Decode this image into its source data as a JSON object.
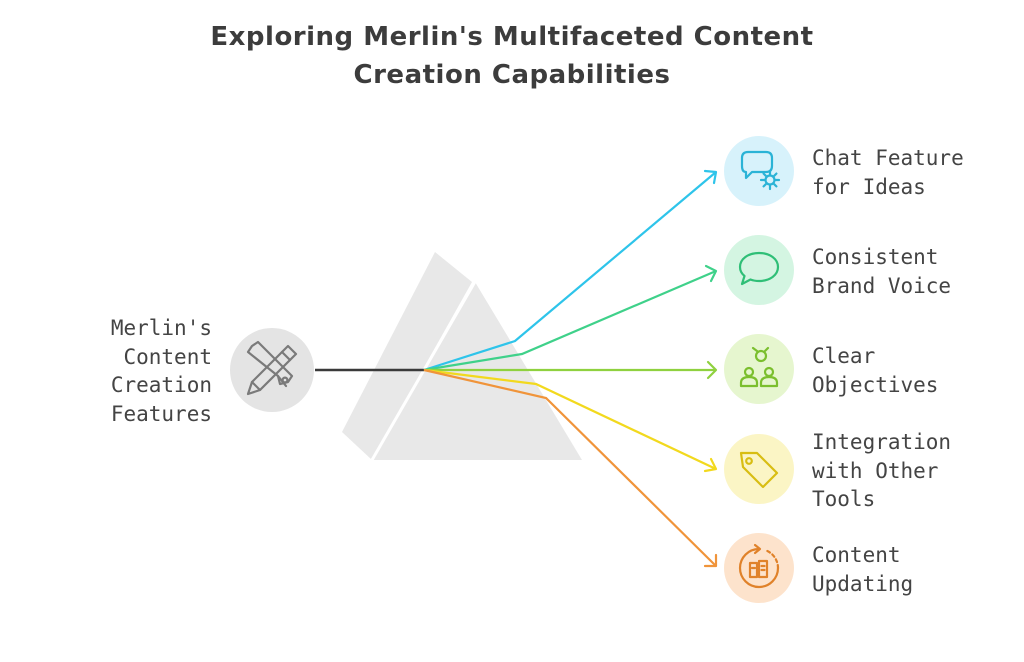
{
  "title": {
    "line1": "Exploring Merlin's Multifaceted Content",
    "line2": "Creation Capabilities"
  },
  "source": {
    "label_lines": [
      "Merlin's",
      "Content",
      "Creation",
      "Features"
    ],
    "icon": "pen-and-pencil-icon",
    "color": "#e4e4e4"
  },
  "prism": {
    "color": "#e8e8e8",
    "input_beam_color": "#3a3a3a"
  },
  "features": [
    {
      "label_lines": [
        "Chat Feature",
        "for Ideas"
      ],
      "icon": "chat-gear-icon",
      "color": "#2ec4ea",
      "badge_bg": "#d7f2fb"
    },
    {
      "label_lines": [
        "Consistent",
        "Brand Voice"
      ],
      "icon": "speech-bubble-icon",
      "color": "#3fd18a",
      "badge_bg": "#d4f5e2"
    },
    {
      "label_lines": [
        "Clear",
        "Objectives"
      ],
      "icon": "team-target-icon",
      "color": "#8fd13f",
      "badge_bg": "#e6f6cf"
    },
    {
      "label_lines": [
        "Integration",
        "with Other",
        "Tools"
      ],
      "icon": "tag-icon",
      "color": "#f2d91e",
      "badge_bg": "#fbf5c5"
    },
    {
      "label_lines": [
        "Content",
        "Updating"
      ],
      "icon": "refresh-document-icon",
      "color": "#f0943a",
      "badge_bg": "#fde3cc"
    }
  ]
}
